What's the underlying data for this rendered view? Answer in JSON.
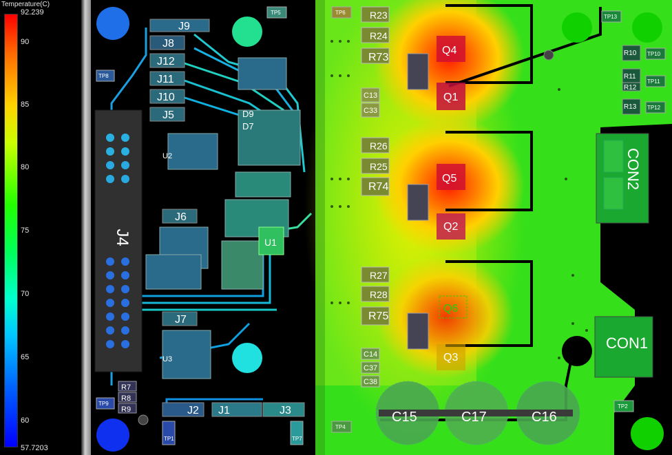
{
  "legend": {
    "title": "Temperature(C)",
    "max": "92.239",
    "min": "57.7203",
    "ticks": [
      "90",
      "85",
      "80",
      "75",
      "70",
      "65",
      "60"
    ],
    "tick_values": [
      90,
      85,
      80,
      75,
      70,
      65,
      60
    ],
    "gradient_colors": [
      "#ff0000",
      "#ffd200",
      "#22ff00",
      "#00ffd0",
      "#0064ff",
      "#0000ff"
    ]
  },
  "board": {
    "connector_labels": [
      "J9",
      "J8",
      "J12",
      "J11",
      "J10",
      "J5",
      "J6",
      "J7",
      "J4",
      "J2",
      "J1",
      "J3"
    ],
    "ic_labels": [
      "U1",
      "U2",
      "U3",
      "D9",
      "D7"
    ],
    "mosfet_labels": [
      "Q4",
      "Q1",
      "Q5",
      "Q2",
      "Q6",
      "Q3"
    ],
    "resistor_labels": [
      "R23",
      "R24",
      "R73",
      "R26",
      "R25",
      "R74",
      "R27",
      "R28",
      "R75",
      "R7",
      "R8",
      "R9",
      "R10",
      "R11",
      "R12",
      "R13"
    ],
    "capacitor_labels": [
      "C15",
      "C17",
      "C16",
      "C13",
      "C33",
      "C14",
      "C37",
      "C38"
    ],
    "power_connectors": [
      "CON2",
      "CON1"
    ],
    "testpoint_labels": [
      "TP5",
      "TP6",
      "TP8",
      "TP9",
      "TP13",
      "TP10",
      "TP11",
      "TP12",
      "TP4",
      "TP2",
      "TP1",
      "TP7"
    ]
  }
}
